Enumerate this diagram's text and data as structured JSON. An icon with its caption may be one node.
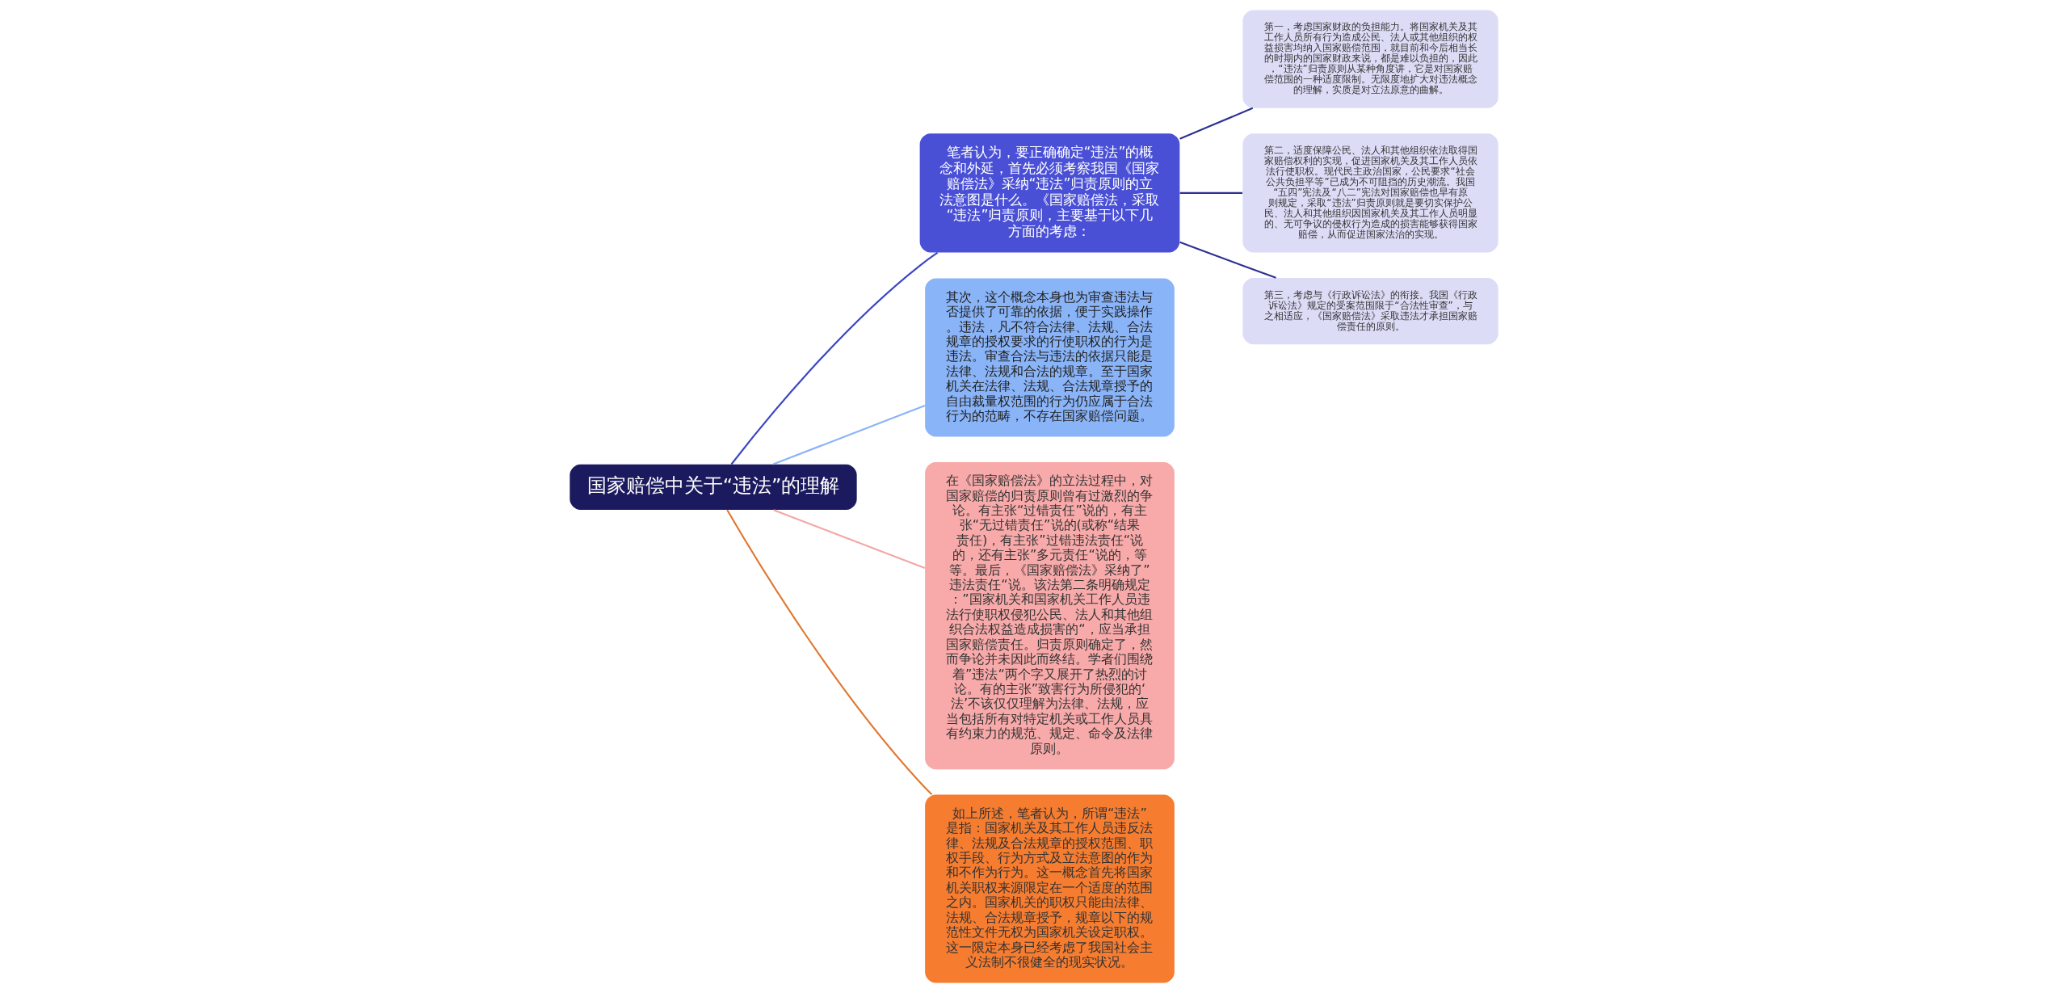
{
  "diagram": {
    "nodes": [
      {
        "text": [
          "国家赔偿中关于“违法”的理解"
        ]
      },
      {
        "text": [
          "笔者认为，要正确确定“违法”的概念和外延，首先必须考察我国《国家赔偿法》采纳“违法”归责原则的立法意图是什么。《国家赔偿法，采取“违法”归责原则，主要基于以下几方面的考虑："
        ]
      },
      {
        "text": [
          "第一，考虑国家财政的负担能力。将国家机关及其工作人员所有行为造成公民、法人或其他组织的权益损害均纳入国家赔偿范围，就目前和今后相当长的时期内的国家财政来说，都是难以负担的，因此，“违法”归责原则从某种角度讲，它是对国家赔偿范围的一种适度限制。无限度地扩大对违法概念的理解，实质是对立法原意的曲解。"
        ]
      },
      {
        "text": [
          "第二，适度保障公民、法人和其他组织依法取得国家赔偿权利的实现，促进国家机关及其工作人员依法行使职权。现代民主政治国家，公民要求“社会公共负担平等”已成为不可阻挡的历史潮流。我国“五四”宪法及“八二”宪法对国家赔偿也早有原则规定，采取“违法”归责原则就是要切实保护公民、法人和其他组织因国家机关及其工作人员明显的、无可争议的侵权行为造成的损害能够获得国家赔偿，从而促进国家法治的实现。"
        ]
      },
      {
        "text": [
          "第三，考虑与《行政诉讼法》的衔接。我国《行政诉讼法》规定的受案范围限于“合法性审查”，与之相适应，《国家赔偿法》采取违法才承担国家赔偿责任的原则。"
        ]
      },
      {
        "text": [
          "其次，这个概念本身也为审查违法与否提供了可靠的依据，便于实践操作。违法，凡不符合法律、法规、合法规章的授权要求的行使职权的行为是违法。审查合法与违法的依据只能是法律、法规和合法的规章。至于国家机关在法律、法规、合法规章授予的自由裁量权范围的行为仍应属于合法行为的范畴，不存在国家赔偿问题。"
        ]
      },
      {
        "text": [
          "在《国家赔偿法》的立法过程中，对国家赔偿的归责原则曾有过激烈的争论。有主张“过错责任”说的，有主张“无过错责任”说的(或称“结果责任)，有主张”过错违法责任“说的，还有主张”多元责任“说的，等等。最后，《国家赔偿法》采纳了”违法责任“说。该法第二条明确规定：”国家机关和国家机关工作人员违法行使职权侵犯公民、法人和其他组织合法权益造成损害的“，应当承担国家赔偿责任。归责原则确定了，然而争论并未因此而终结。学者们围绕着”违法“两个字又展开了热烈的讨论。有的主张”致害行为所侵犯的‘法’不该仅仅理解为法律、法规，应当包括所有对特定机关或工作人员具有约束力的规范、规定、命令及法律原则。"
        ]
      },
      {
        "text": [
          "如上所述，笔者认为，所谓“违法”是指：国家机关及其工作人员违反法律、法规及合法规章的授权范围、职权手段、行为方式及立法意图的作为和不作为行为。这一概念首先将国家机关职权来源限定在一个适度的范围之内。国家机关的职权只能由法律、法规、合法规章授予，规章以下的规范性文件无权为国家机关设定职权。这一限定本身已经考虑了我国社会主义法制不很健全的现实状况。"
        ]
      }
    ],
    "edges": [
      {
        "from": 0,
        "to": 1,
        "arrow": "none",
        "color": "#3b47c4"
      },
      {
        "from": 1,
        "to": 2,
        "arrow": "none",
        "color": "#2e3192"
      },
      {
        "from": 1,
        "to": 3,
        "arrow": "none",
        "color": "#2e3192"
      },
      {
        "from": 1,
        "to": 4,
        "arrow": "none",
        "color": "#2e3192"
      },
      {
        "from": 0,
        "to": 5,
        "arrow": "none",
        "color": "#8ab4f8"
      },
      {
        "from": 0,
        "to": 6,
        "arrow": "none",
        "color": "#f4a6a6"
      },
      {
        "from": 0,
        "to": 7,
        "arrow": "none",
        "color": "#e07830"
      }
    ]
  }
}
